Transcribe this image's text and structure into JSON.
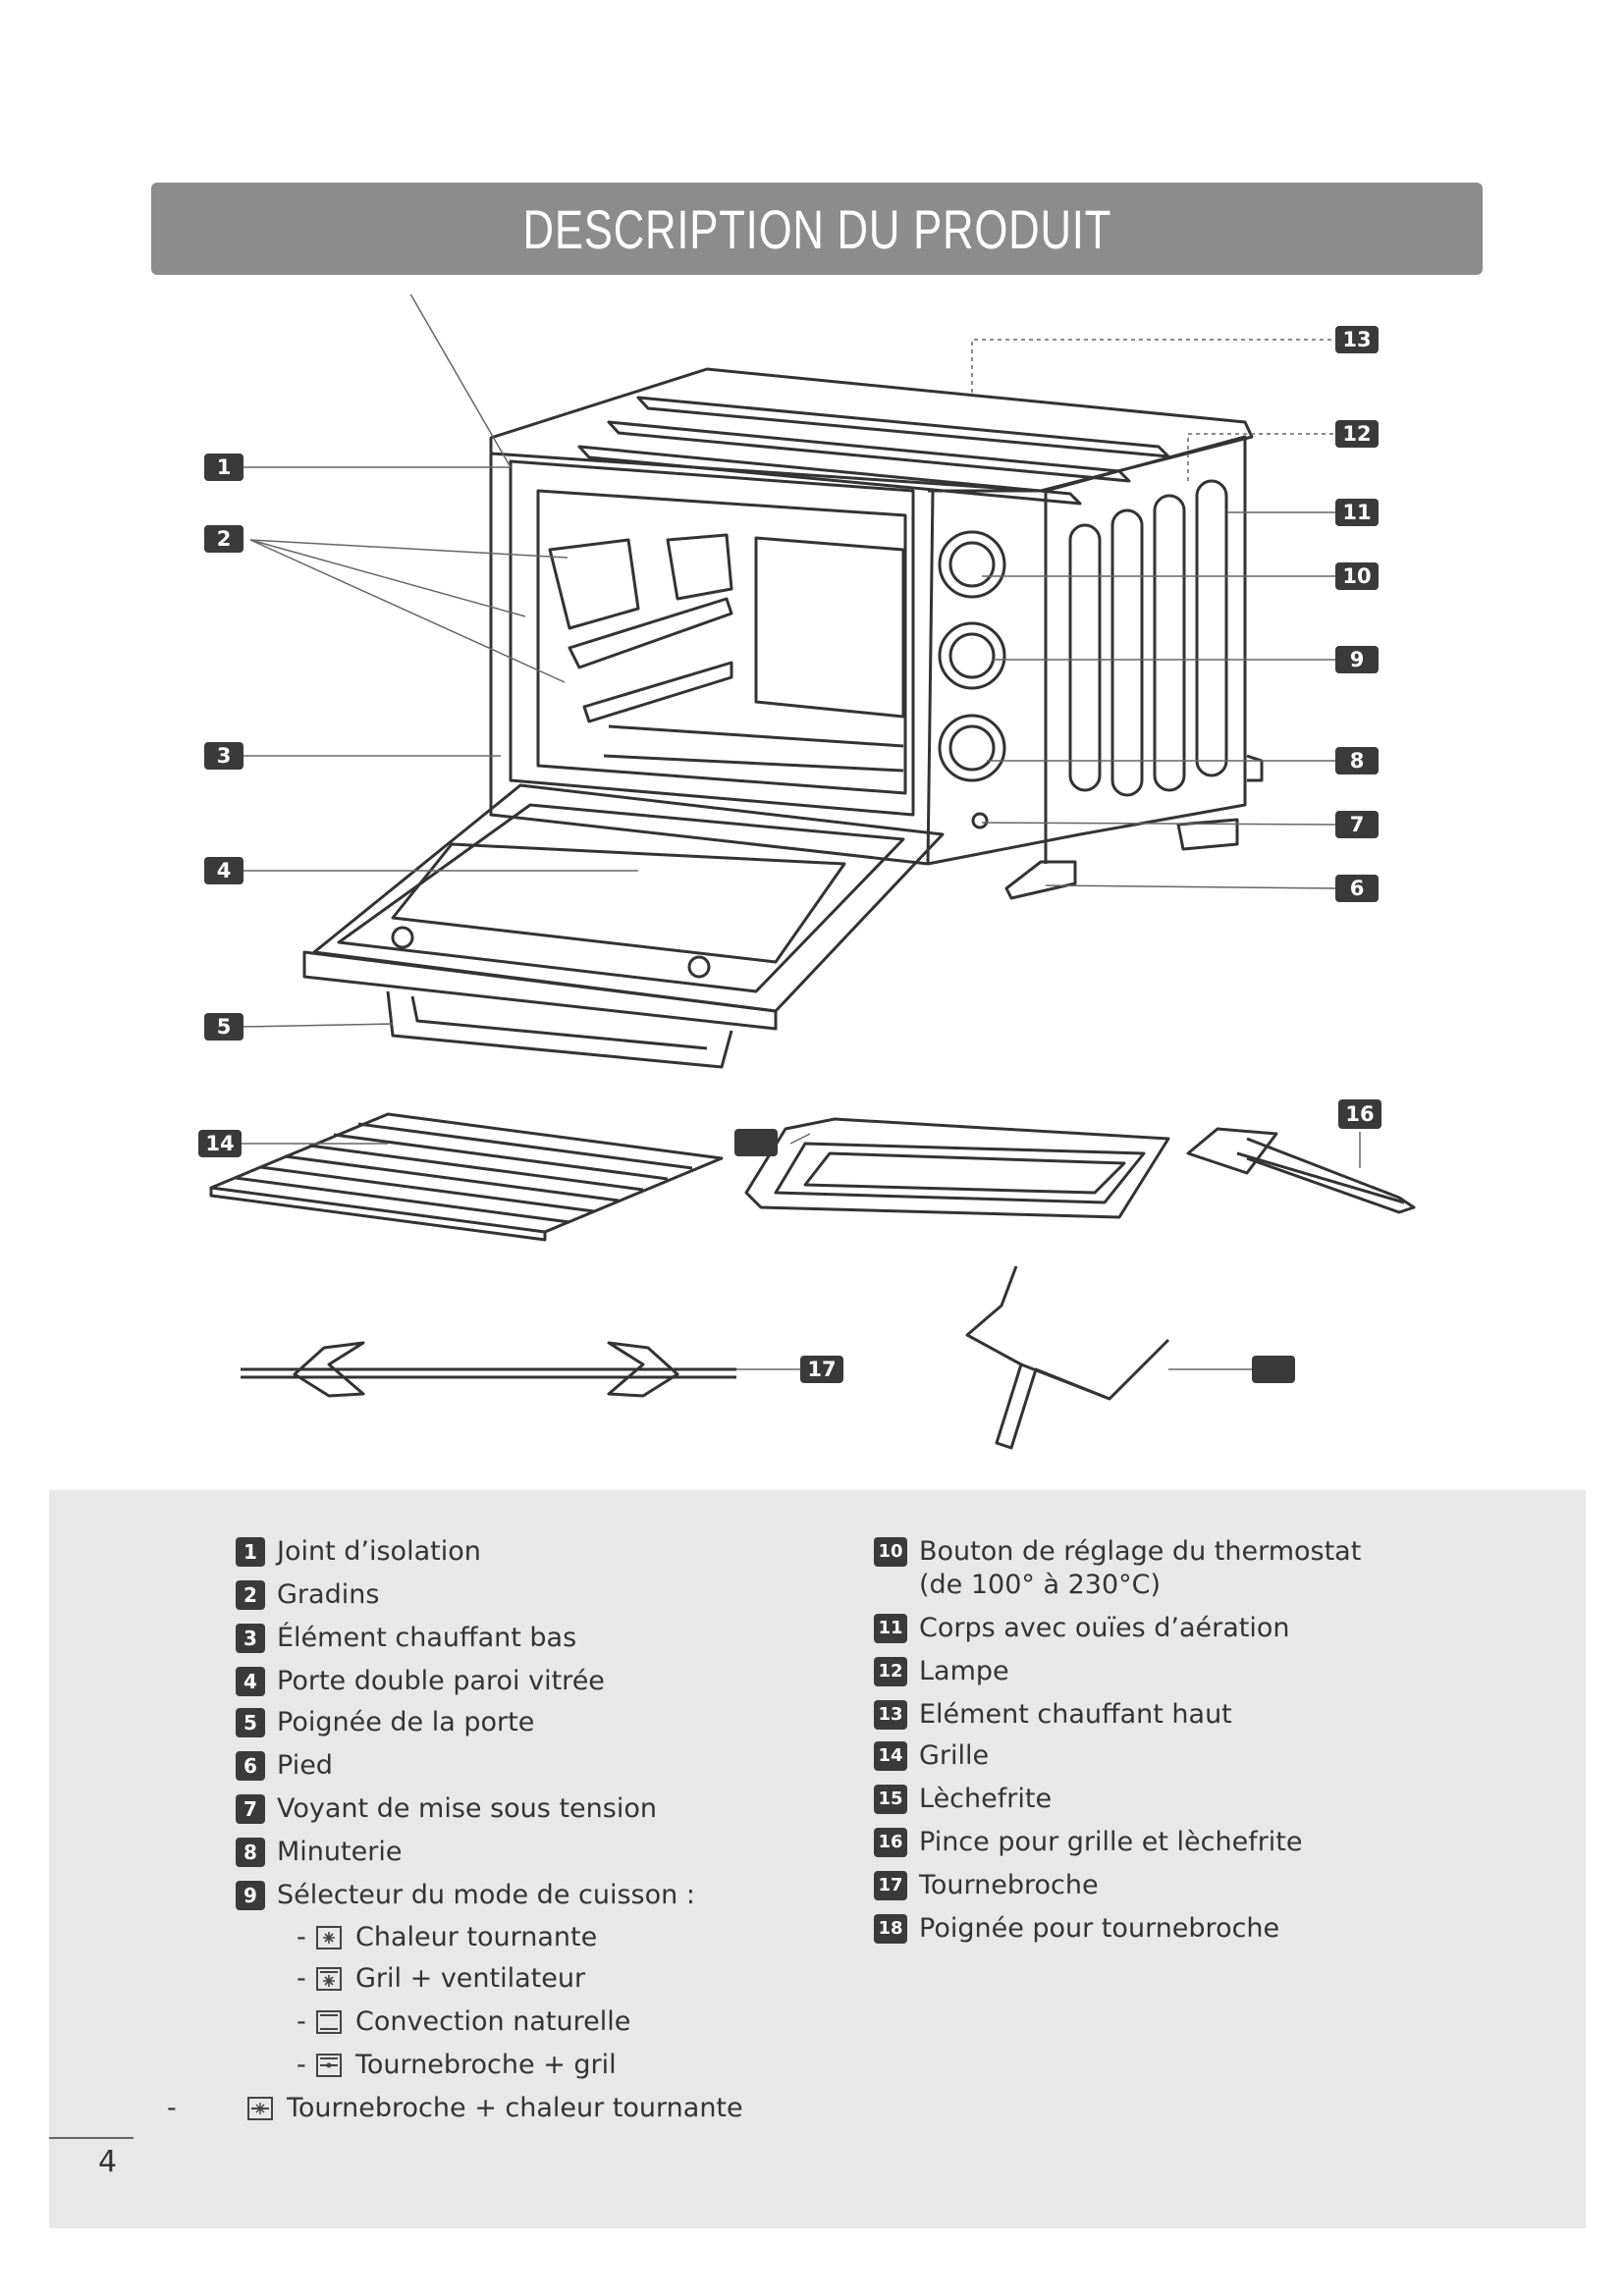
{
  "header": {
    "title": "DESCRIPTION DU PRODUIT"
  },
  "callouts": [
    "1",
    "2",
    "3",
    "4",
    "5",
    "6",
    "7",
    "8",
    "9",
    "10",
    "11",
    "12",
    "13",
    "14",
    "16",
    "17"
  ],
  "legend": {
    "left": [
      {
        "num": "1",
        "label": "Joint d’isolation"
      },
      {
        "num": "2",
        "label": "Gradins"
      },
      {
        "num": "3",
        "label": "Élément chauffant bas"
      },
      {
        "num": "4",
        "label": "Porte double paroi vitrée"
      },
      {
        "num": "5",
        "label": "Poignée de la porte"
      },
      {
        "num": "6",
        "label": "Pied"
      },
      {
        "num": "7",
        "label": "Voyant de mise sous tension"
      },
      {
        "num": "8",
        "label": "Minuterie"
      },
      {
        "num": "9",
        "label": "Sélecteur du mode de cuisson :"
      }
    ],
    "modes": [
      {
        "dash": "-",
        "icon": "fan-heat-icon",
        "label": "Chaleur tournante"
      },
      {
        "dash": "-",
        "icon": "grill-fan-icon",
        "label": "Gril + ventilateur"
      },
      {
        "dash": "-",
        "icon": "convection-icon",
        "label": "Convection naturelle"
      },
      {
        "dash": "-",
        "icon": "rotisserie-grill-icon",
        "label": "Tournebroche + gril"
      },
      {
        "dash": "-",
        "icon": "rotisserie-fan-icon",
        "label": "Tournebroche + chaleur tournante"
      }
    ],
    "right": [
      {
        "num": "10",
        "label": "Bouton de réglage du thermostat",
        "label2": "(de 100° à 230°C)"
      },
      {
        "num": "11",
        "label": "Corps avec ouïes d’aération"
      },
      {
        "num": "12",
        "label": "Lampe"
      },
      {
        "num": "13",
        "label": "Elément chauffant haut"
      },
      {
        "num": "14",
        "label": "Grille"
      },
      {
        "num": "15",
        "label": "Lèchefrite"
      },
      {
        "num": "16",
        "label": "Pince pour grille et lèchefrite"
      },
      {
        "num": "17",
        "label": "Tournebroche"
      },
      {
        "num": "18",
        "label": "Poignée pour tournebroche"
      }
    ]
  },
  "footer": {
    "page_number": "4"
  }
}
